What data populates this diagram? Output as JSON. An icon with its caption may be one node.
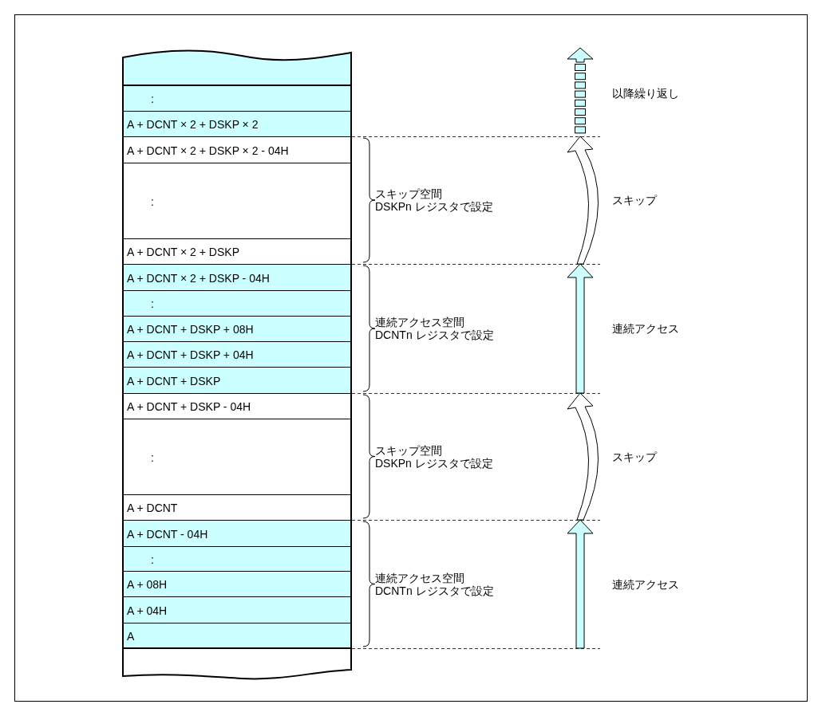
{
  "diagram": {
    "nodes": [
      {
        "text": [],
        "shape": "box"
      },
      {
        "text": [
          ":"
        ]
      },
      {
        "text": [
          "A + DCNT × 2 + DSKP × 2"
        ]
      },
      {
        "text": [
          "A + DCNT × 2 + DSKP × 2 - 04H"
        ]
      },
      {
        "text": [
          ":"
        ]
      },
      {
        "text": [
          "A + DCNT × 2 + DSKP"
        ]
      },
      {
        "text": [
          "A + DCNT × 2 + DSKP - 04H"
        ]
      },
      {
        "text": [
          ":"
        ]
      },
      {
        "text": [
          "A + DCNT + DSKP + 08H"
        ]
      },
      {
        "text": [
          "A + DCNT + DSKP + 04H"
        ]
      },
      {
        "text": [
          "A + DCNT + DSKP"
        ]
      },
      {
        "text": [
          "A + DCNT + DSKP - 04H"
        ]
      },
      {
        "text": [
          ":"
        ]
      },
      {
        "text": [
          "A + DCNT"
        ]
      },
      {
        "text": [
          "A + DCNT - 04H"
        ]
      },
      {
        "text": [
          ":"
        ]
      },
      {
        "text": [
          "A + 08H"
        ]
      },
      {
        "text": [
          "A + 04H"
        ]
      },
      {
        "text": [
          "A"
        ]
      },
      {
        "text": [],
        "shape": "box"
      }
    ],
    "labels": [
      "以降繰り返し",
      "スキップ空間",
      "DSKPn レジスタで設定",
      "スキップ",
      "連続アクセス空間",
      "DCNTn レジスタで設定",
      "連続アクセス",
      "スキップ空間",
      "DSKPn レジスタで設定",
      "スキップ",
      "連続アクセス空間",
      "DCNTn レジスタで設定",
      "連続アクセス"
    ]
  }
}
